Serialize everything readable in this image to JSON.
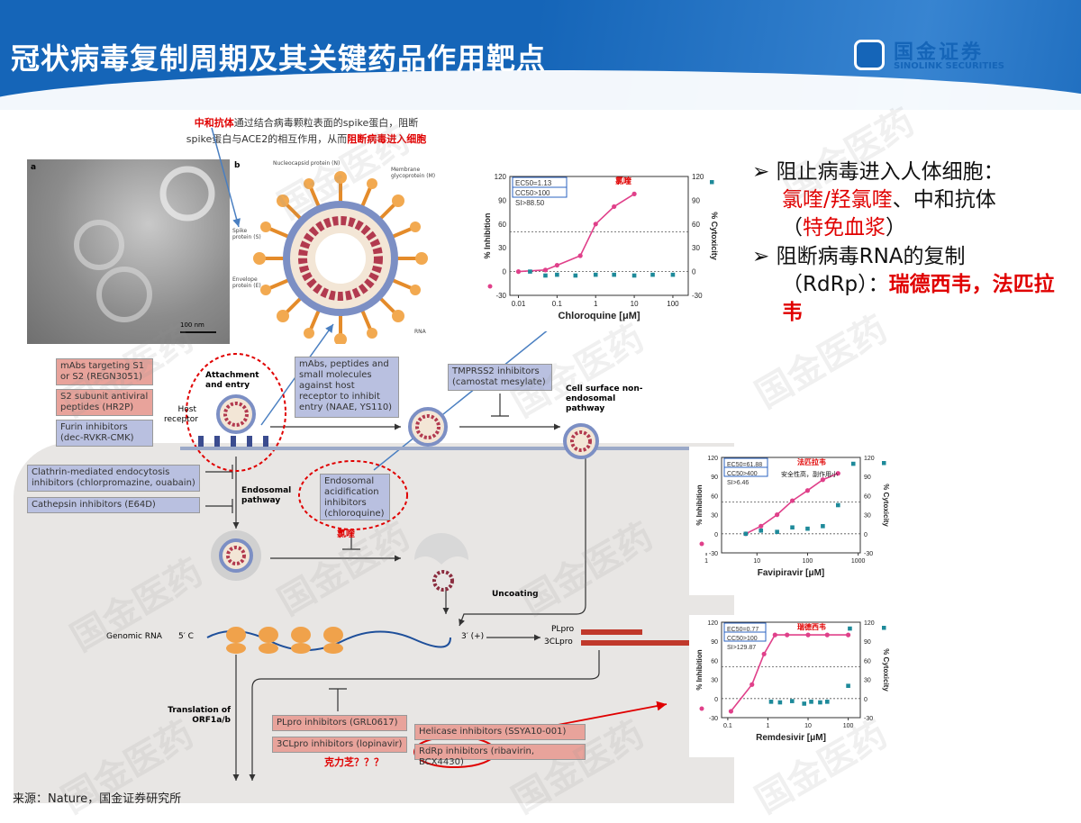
{
  "title": "冠状病毒复制周期及其关键药品作用靶点",
  "logo": {
    "cn": "国金证券",
    "en": "SINOLINK SECURITIES"
  },
  "watermark": "国金医药",
  "annotation_top": {
    "red1": "中和抗体",
    "t1": "通过结合病毒颗粒表面的spike蛋白，阻断",
    "t2": "spike蛋白与ACE2的相互作用，从而",
    "red2": "阻断病毒进入细胞"
  },
  "micro": {
    "a": "a",
    "b": "b",
    "scale": "100 nm"
  },
  "virus_labels": {
    "n": "Nucleocapsid protein (N)",
    "m": "Membrane glycoprotein (M)",
    "s": "Spike protein (S)",
    "e": "Envelope protein (E)",
    "rna": "RNA"
  },
  "pathway": {
    "attachment": "Attachment and entry",
    "host_receptor": "Host receptor",
    "endosomal": "Endosomal pathway",
    "cell_surface": "Cell surface non-endosomal pathway",
    "uncoating": "Uncoating",
    "genomic_rna": "Genomic RNA",
    "five_c": "5′ C",
    "three_plus": "3′ (+)",
    "plpro": "PLpro",
    "clpro": "3CLpro",
    "translation": "Translation of ORF1a/b",
    "chloroquine_cn": "氯喹",
    "kelizhi": "克力芝？？？"
  },
  "boxes": {
    "mabs_s1": "mAbs targeting S1 or S2 (REGN3051)",
    "s2_subunit": "S2 subunit antiviral peptides (HR2P)",
    "furin": "Furin inhibitors (dec-RVKR-CMK)",
    "mabs_host": "mAbs, peptides and small molecules against host receptor to inhibit entry (NAAE, YS110)",
    "tmprss2": "TMPRSS2 inhibitors (camostat mesylate)",
    "clathrin": "Clathrin-mediated endocytosis inhibitors (chlorpromazine, ouabain)",
    "cathepsin": "Cathepsin inhibitors (E64D)",
    "endosomal_acid": "Endosomal acidification inhibitors (chloroquine)",
    "plpro_inh": "PLpro inhibitors (GRL0617)",
    "clpro_inh": "3CLpro inhibitors (lopinavir)",
    "helicase": "Helicase inhibitors (SSYA10-001)",
    "rdrp": "RdRp inhibitors (ribavirin, BCX4430)"
  },
  "bullets": {
    "b1_head": "阻止病毒进入人体细胞：",
    "b1_red": "氯喹/羟氯喹",
    "b1_mid": "、中和抗体",
    "b1_paren_open": "（",
    "b1_paren_red": "特免血浆",
    "b1_paren_close": "）",
    "b2_head": "阻断病毒RNA的复制",
    "b2_mid": "（RdRp）：",
    "b2_red": "瑞德西韦，法匹拉韦"
  },
  "source": "来源：Nature，国金证券研究所",
  "chart_data": [
    {
      "type": "scatter",
      "title": "氯喹",
      "xlabel": "Chloroquine [μM]",
      "ylabel": "% Inhibition",
      "y2label": "% Cytoxicity",
      "xscale": "log",
      "xticks": [
        "0.01",
        "0.1",
        "1",
        "10",
        "100"
      ],
      "yticks": [
        "-30",
        "0",
        "30",
        "60",
        "90",
        "120"
      ],
      "ylim": [
        -30,
        120
      ],
      "stats": [
        "EC50=1.13",
        "CC50>100",
        "SI>88.50"
      ],
      "series": [
        {
          "name": "% Inhibition",
          "x": [
            0.01,
            0.05,
            0.1,
            0.4,
            1,
            3,
            10
          ],
          "values": [
            0,
            2,
            8,
            20,
            60,
            82,
            98
          ]
        },
        {
          "name": "% Cytoxicity",
          "x": [
            0.02,
            0.05,
            0.1,
            0.3,
            1,
            3,
            10,
            30,
            100
          ],
          "values": [
            0,
            -5,
            -4,
            -5,
            -4,
            -4,
            -5,
            -4,
            -4
          ]
        }
      ]
    },
    {
      "type": "scatter",
      "title": "法匹拉韦",
      "note": "安全性高，副作用小",
      "xlabel": "Favipiravir [μM]",
      "ylabel": "% Inhibition",
      "y2label": "% Cytoxicity",
      "xscale": "log",
      "xticks": [
        "1",
        "10",
        "100",
        "1000"
      ],
      "yticks": [
        "-30",
        "0",
        "30",
        "60",
        "90",
        "120"
      ],
      "ylim": [
        -30,
        120
      ],
      "stats": [
        "EC50=61.88",
        "CC50>400",
        "SI>6.46"
      ],
      "series": [
        {
          "name": "% Inhibition",
          "x": [
            6,
            12,
            25,
            50,
            100,
            200,
            400
          ],
          "values": [
            0,
            12,
            30,
            52,
            68,
            85,
            95
          ]
        },
        {
          "name": "% Cytoxicity",
          "x": [
            6,
            12,
            25,
            50,
            100,
            200,
            400,
            800
          ],
          "values": [
            0,
            5,
            3,
            10,
            8,
            12,
            45,
            110
          ]
        }
      ]
    },
    {
      "type": "scatter",
      "title": "瑞德西韦",
      "xlabel": "Remdesivir [μM]",
      "ylabel": "% Inhibition",
      "y2label": "% Cytoxicity",
      "xscale": "log",
      "xticks": [
        "0.1",
        "1",
        "10",
        "100"
      ],
      "yticks": [
        "-30",
        "0",
        "30",
        "60",
        "90",
        "120"
      ],
      "ylim": [
        -30,
        120
      ],
      "stats": [
        "EC50=0.77",
        "CC50>100",
        "SI>129.87"
      ],
      "series": [
        {
          "name": "% Inhibition",
          "x": [
            0.12,
            0.4,
            0.8,
            1.5,
            3,
            10,
            30,
            100
          ],
          "values": [
            -20,
            22,
            70,
            100,
            100,
            100,
            100,
            100
          ]
        },
        {
          "name": "% Cytoxicity",
          "x": [
            1.2,
            2,
            4,
            8,
            12,
            20,
            30,
            100,
            110
          ],
          "values": [
            -5,
            -6,
            -4,
            -8,
            -5,
            -6,
            -5,
            20,
            110
          ]
        }
      ]
    }
  ]
}
